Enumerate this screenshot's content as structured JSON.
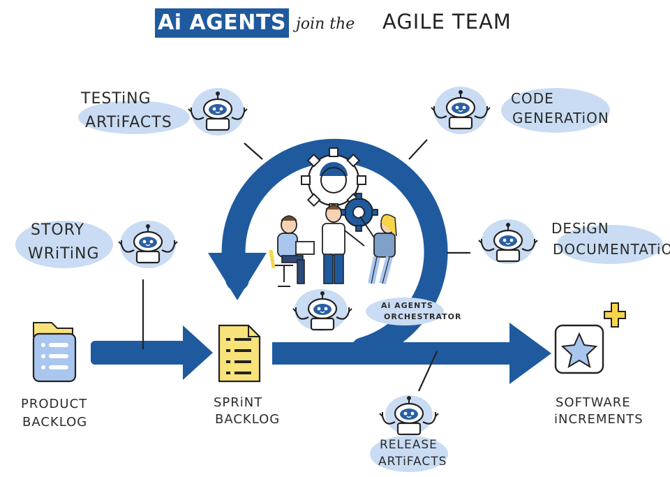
{
  "title": {
    "badge": "Ai AGENTS",
    "join": "join the",
    "team": "AGILE TEAM"
  },
  "agents": {
    "testing": [
      "TESTiNG",
      "ARTiFACTS"
    ],
    "code": [
      "CODE",
      "GENERATiON"
    ],
    "story": [
      "STORY",
      "WRiTiNG"
    ],
    "design": [
      "DESiGN",
      "DOCUMENTATiON"
    ],
    "orchestrator": [
      "Ai AGENTS",
      "ORCHESTRATOR"
    ],
    "release": [
      "RELEASE",
      "ARTiFACTS"
    ]
  },
  "artifacts": {
    "product_backlog": [
      "PRODUCT",
      "BACKLOG"
    ],
    "sprint_backlog": [
      "SPRiNT",
      "BACKLOG"
    ],
    "software_increments": [
      "SOFTWARE",
      "iNCREMENTS"
    ]
  },
  "colors": {
    "primary_blue": "#1f5a9e",
    "light_blue": "#c9dcf3",
    "note_yellow": "#f8e27a",
    "star_yellow": "#f7d54a",
    "doc_blue": "#a9c6ee"
  }
}
